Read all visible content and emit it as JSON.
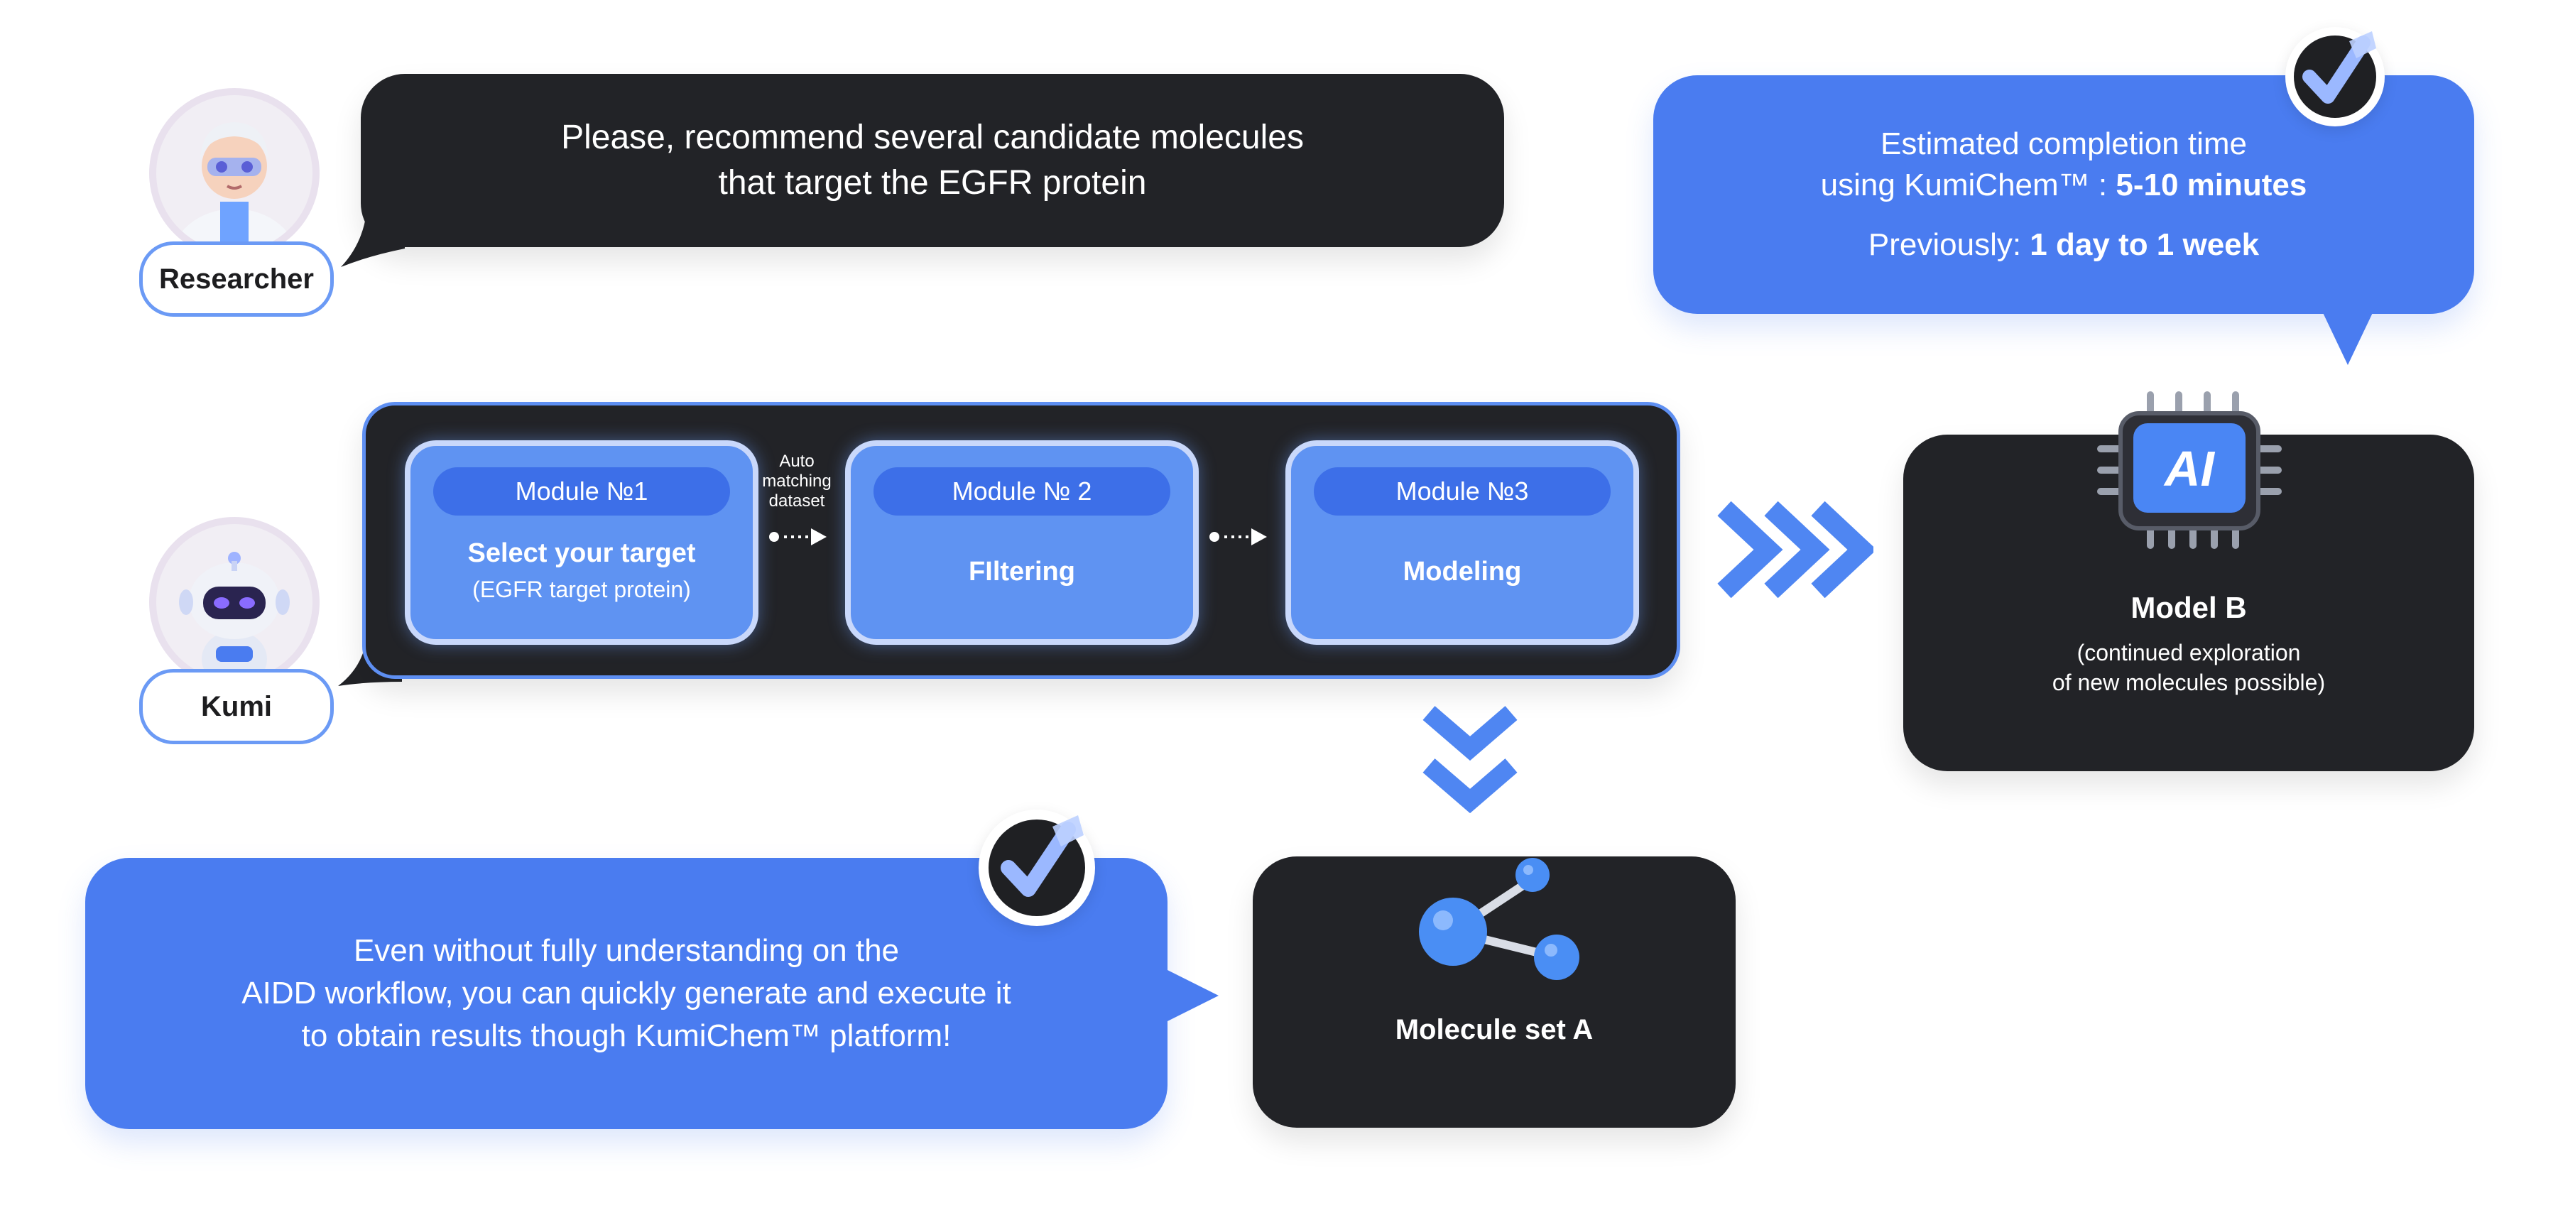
{
  "researcher": {
    "label": "Researcher",
    "message_line1": "Please, recommend several candidate molecules",
    "message_line2": "that target the EGFR protein"
  },
  "kumi": {
    "label": "Kumi"
  },
  "workflow": {
    "connector_label_line1": "Auto",
    "connector_label_line2": "matching",
    "connector_label_line3": "dataset",
    "modules": [
      {
        "header": "Module №1",
        "title": "Select your target",
        "subtitle": "(EGFR target protein)"
      },
      {
        "header": "Module № 2",
        "title": "FIltering",
        "subtitle": ""
      },
      {
        "header": "Module №3",
        "title": "Modeling",
        "subtitle": ""
      }
    ]
  },
  "estimate": {
    "line1": "Estimated completion time",
    "line2_prefix": "using KumiChem™ : ",
    "line2_bold": "5-10 minutes",
    "line3_prefix": "Previously: ",
    "line3_bold": "1 day to 1 week"
  },
  "model_b": {
    "chip_text": "AI",
    "title": "Model B",
    "desc_line1": "(continued exploration",
    "desc_line2": "of new molecules possible)"
  },
  "molecule": {
    "title": "Molecule set A"
  },
  "aidd": {
    "line1": "Even without fully understanding on the",
    "line2": "AIDD workflow, you can quickly generate and execute it",
    "line3": "to obtain results though KumiChem™ platform!"
  },
  "colors": {
    "accent_blue": "#4a7cf0",
    "module_blue": "#5f93f2",
    "dark_card": "#222327",
    "arrow_blue": "#4f86f2"
  }
}
